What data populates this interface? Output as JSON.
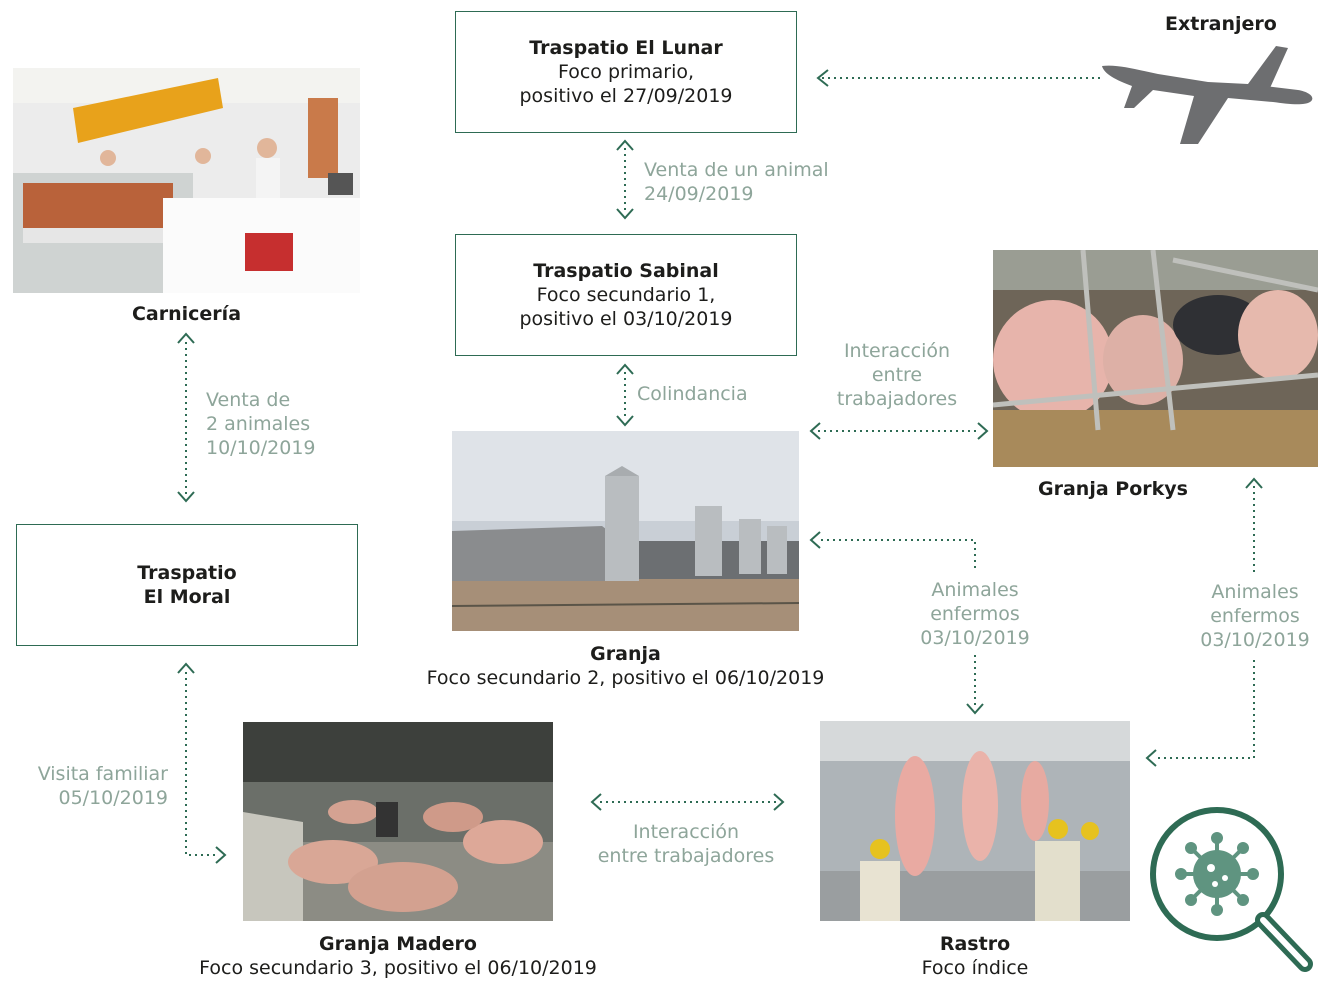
{
  "nodes": {
    "lunar": {
      "title": "Traspatio El Lunar",
      "line1": "Foco primario,",
      "line2": "positivo el 27/09/2019"
    },
    "sabinal": {
      "title": "Traspatio Sabinal",
      "line1": "Foco secundario 1,",
      "line2": "positivo el 03/10/2019"
    },
    "moral": {
      "title1": "Traspatio",
      "title2": "El Moral"
    },
    "extranjero": {
      "title": "Extranjero"
    },
    "carniceria": {
      "title": "Carnicería"
    },
    "porkys": {
      "title": "Granja Porkys"
    },
    "granja": {
      "title": "Granja",
      "sub": "Foco secundario 2, positivo el 06/10/2019"
    },
    "madero": {
      "title": "Granja Madero",
      "sub": "Foco secundario 3, positivo el 06/10/2019"
    },
    "rastro": {
      "title": "Rastro",
      "sub": "Foco índice"
    }
  },
  "links": {
    "venta_animal": [
      "Venta de un animal",
      "24/09/2019"
    ],
    "colindancia": "Colindancia",
    "interaccion_porkys": [
      "Interacción",
      "entre",
      "trabajadores"
    ],
    "venta_carniceria": [
      "Venta de",
      "2 animales",
      "10/10/2019"
    ],
    "enfermos_granja": [
      "Animales",
      "enfermos",
      "03/10/2019"
    ],
    "enfermos_porkys": [
      "Animales",
      "enfermos",
      "03/10/2019"
    ],
    "visita": [
      "Visita familiar",
      "05/10/2019"
    ],
    "interaccion_madero": [
      "Interacción",
      "entre trabajadores"
    ]
  },
  "icons": {
    "plane": "airplane-icon",
    "virus": "virus-magnifier-icon"
  },
  "colors": {
    "accent": "#2e6b54",
    "label": "#8ea59a",
    "plane": "#6d6e70"
  }
}
